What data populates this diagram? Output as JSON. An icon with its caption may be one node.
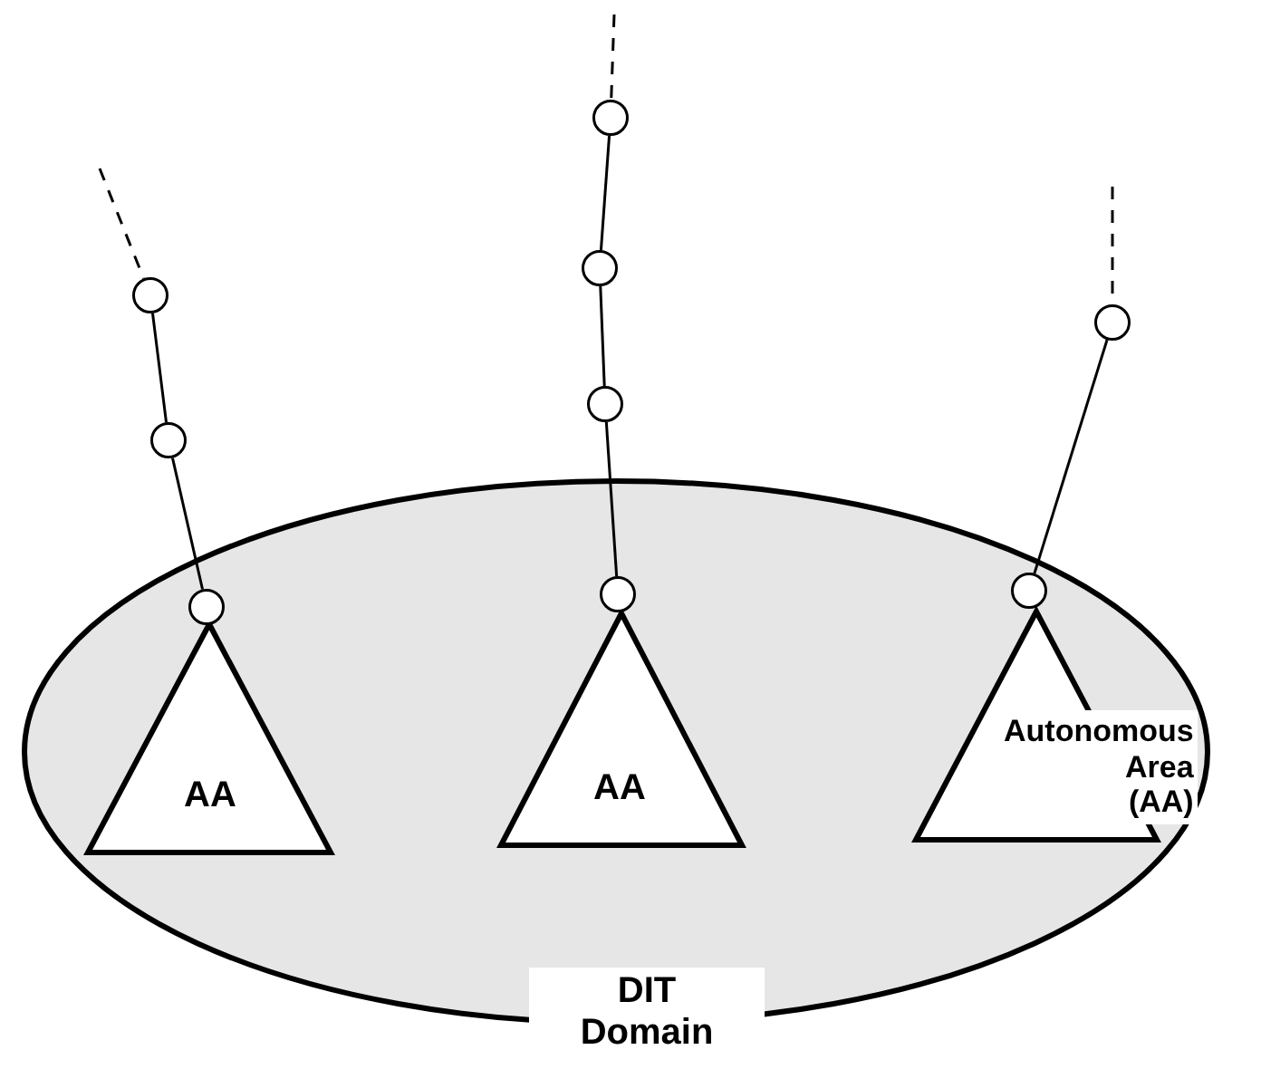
{
  "diagram": {
    "nodes": [
      {
        "text": [
          "DIT Domain"
        ]
      },
      {
        "text": [
          "AA"
        ],
        "in": 0
      },
      {
        "text": [
          "AA"
        ],
        "in": 0
      },
      {
        "text": [
          "Autonomous Area (AA)"
        ],
        "in": 0
      },
      {
        "text": [],
        "shape": "circle"
      },
      {
        "text": [],
        "shape": "circle"
      },
      {
        "text": [],
        "shape": "circle",
        "in": 0
      },
      {
        "text": [],
        "shape": "circle"
      },
      {
        "text": [],
        "shape": "circle"
      },
      {
        "text": [],
        "shape": "circle"
      },
      {
        "text": [],
        "shape": "circle",
        "in": 0
      },
      {
        "text": [],
        "shape": "circle"
      },
      {
        "text": [],
        "shape": "circle",
        "in": 0
      }
    ],
    "edges": [
      {
        "from": null,
        "to": 4,
        "arrow": "none",
        "style": "dashed"
      },
      {
        "from": 4,
        "to": 5,
        "arrow": "none"
      },
      {
        "from": 5,
        "to": 6,
        "arrow": "none"
      },
      {
        "from": null,
        "to": 7,
        "arrow": "none",
        "style": "dashed"
      },
      {
        "from": 7,
        "to": 8,
        "arrow": "none"
      },
      {
        "from": 8,
        "to": 9,
        "arrow": "none"
      },
      {
        "from": 9,
        "to": 10,
        "arrow": "none"
      },
      {
        "from": null,
        "to": 11,
        "arrow": "none",
        "style": "dashed"
      },
      {
        "from": 11,
        "to": 12,
        "arrow": "none"
      }
    ]
  }
}
